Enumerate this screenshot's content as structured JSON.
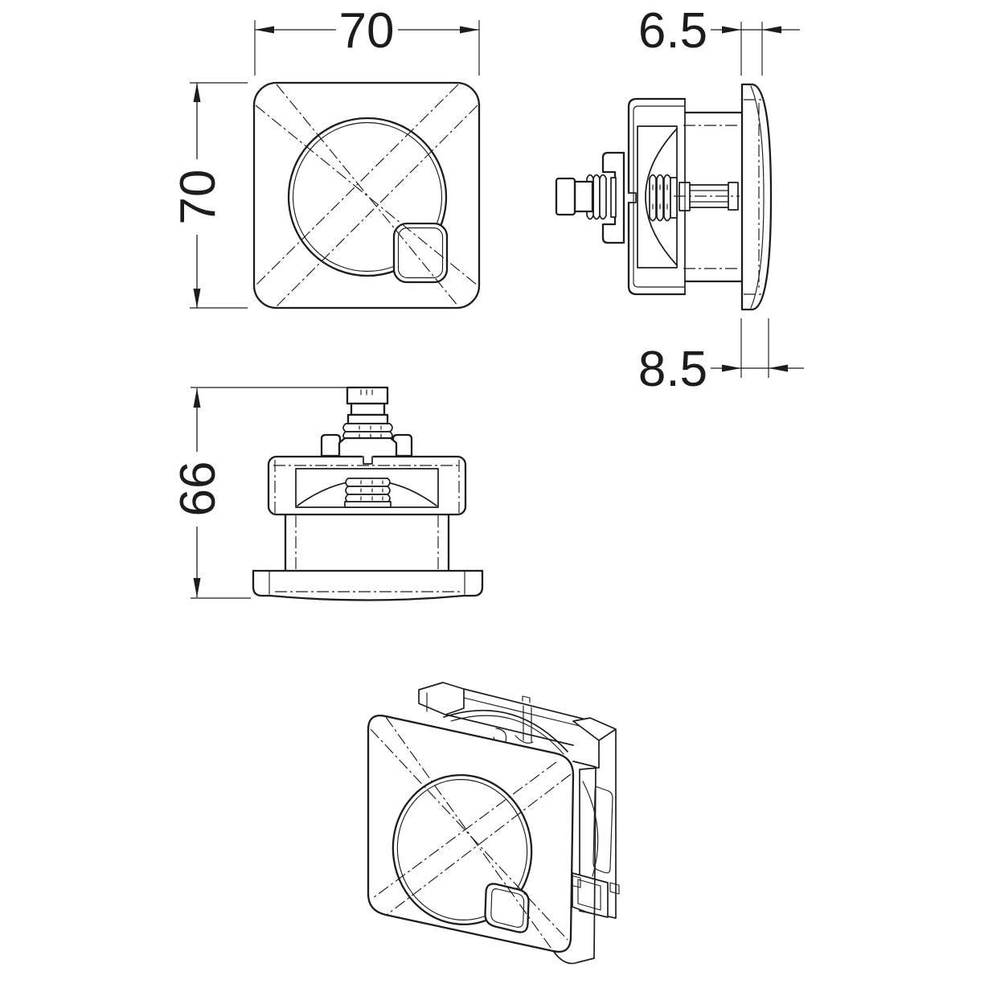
{
  "colors": {
    "line": "#1c1c1c",
    "background": "#ffffff"
  },
  "views": {
    "front": {
      "width_dim": "70",
      "height_dim": "70"
    },
    "side": {
      "plate_thickness_dim": "6.5",
      "plate_depth_dim": "8.5"
    },
    "elevation": {
      "height_dim": "66"
    }
  }
}
